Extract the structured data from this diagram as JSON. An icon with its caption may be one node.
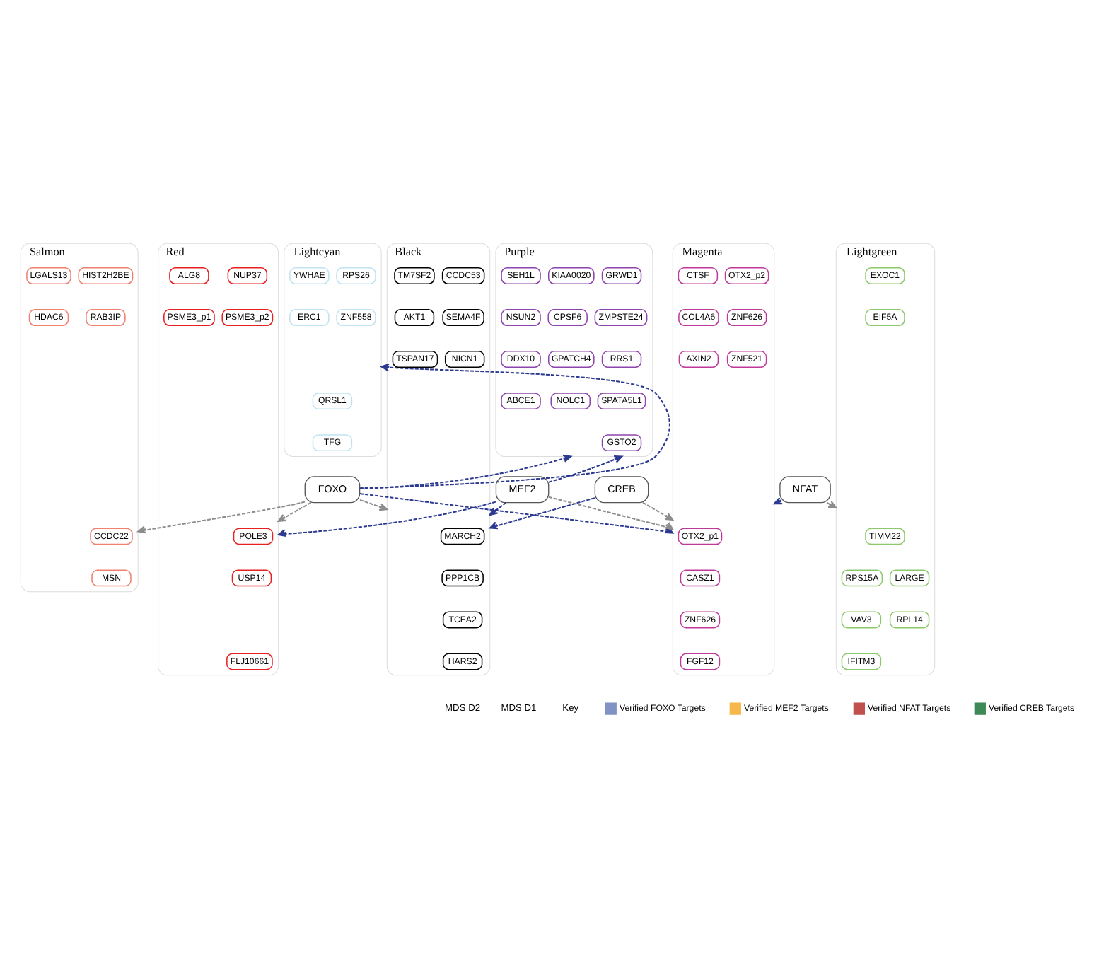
{
  "diagram": {
    "nodes": [
      {
        "text": [
          "Lightcyan"
        ]
      },
      {
        "text": [
          "RPS26"
        ],
        "in": 0
      },
      {
        "text": [
          "YWHAE"
        ],
        "in": 0
      },
      {
        "text": [
          "QRSL1"
        ],
        "in": 0
      },
      {
        "text": [
          "ZNF558"
        ],
        "in": 0
      },
      {
        "text": [
          "ERC1"
        ],
        "in": 0
      },
      {
        "text": [
          "TFG"
        ],
        "in": 0
      },
      {
        "text": [
          "Purple"
        ]
      },
      {
        "text": [
          "GRWD1"
        ],
        "in": 7
      },
      {
        "text": [
          "KIAA0020"
        ],
        "in": 7
      },
      {
        "text": [
          "SEH1L"
        ],
        "in": 7
      },
      {
        "text": [
          "ZMPSTE24"
        ],
        "in": 7
      },
      {
        "text": [
          "CPSF6"
        ],
        "in": 7
      },
      {
        "text": [
          "NSUN2"
        ],
        "in": 7
      },
      {
        "text": [
          "RRS1"
        ],
        "in": 7
      },
      {
        "text": [
          "GPATCH4"
        ],
        "in": 7
      },
      {
        "text": [
          "DDX10"
        ],
        "in": 7
      },
      {
        "text": [
          "SPATA5L1"
        ],
        "in": 7
      },
      {
        "text": [
          "NOLC1"
        ],
        "in": 7
      },
      {
        "text": [
          "ABCE1"
        ],
        "in": 7
      },
      {
        "text": [
          "GSTO2"
        ],
        "in": 7
      },
      {
        "text": [
          "CREB"
        ]
      },
      {
        "text": [
          "FOXO"
        ]
      },
      {
        "text": [
          "Salmon"
        ]
      },
      {
        "text": [
          "CCDC22"
        ],
        "in": 23
      },
      {
        "text": [
          "HIST2H2BE"
        ],
        "in": 23
      },
      {
        "text": [
          "LGALS13"
        ],
        "in": 23
      },
      {
        "text": [
          "MSN"
        ],
        "in": 23
      },
      {
        "text": [
          "RAB3IP"
        ],
        "in": 23
      },
      {
        "text": [
          "HDAC6"
        ],
        "in": 23
      },
      {
        "text": [
          "Magenta"
        ]
      },
      {
        "text": [
          "OTX2_p1"
        ],
        "in": 30
      },
      {
        "text": [
          "OTX2_p2"
        ],
        "in": 30
      },
      {
        "text": [
          "CTSF"
        ],
        "in": 30
      },
      {
        "text": [
          "CASZ1"
        ],
        "in": 30
      },
      {
        "text": [
          "ZNF626"
        ],
        "in": 30
      },
      {
        "text": [
          "COL4A6"
        ],
        "in": 30
      },
      {
        "text": [
          "ZNF626"
        ],
        "in": 30
      },
      {
        "text": [
          "ZNF521"
        ],
        "in": 30
      },
      {
        "text": [
          "AXIN2"
        ],
        "in": 30
      },
      {
        "text": [
          "FGF12"
        ],
        "in": 30
      },
      {
        "text": [
          "NFAT"
        ]
      },
      {
        "text": [
          "MEF2"
        ]
      },
      {
        "text": [
          "Black"
        ]
      },
      {
        "text": [
          "MARCH2"
        ],
        "in": 43
      },
      {
        "text": [
          "CCDC53"
        ],
        "in": 43
      },
      {
        "text": [
          "TM7SF2"
        ],
        "in": 43
      },
      {
        "text": [
          "PPP1CB"
        ],
        "in": 43
      },
      {
        "text": [
          "SEMA4F"
        ],
        "in": 43
      },
      {
        "text": [
          "AKT1"
        ],
        "in": 43
      },
      {
        "text": [
          "TCEA2"
        ],
        "in": 43
      },
      {
        "text": [
          "NICN1"
        ],
        "in": 43
      },
      {
        "text": [
          "TSPAN17"
        ],
        "in": 43
      },
      {
        "text": [
          "HARS2"
        ],
        "in": 43
      },
      {
        "text": [
          "Red"
        ]
      },
      {
        "text": [
          "POLE3"
        ],
        "in": 54
      },
      {
        "text": [
          "NUP37"
        ],
        "in": 54
      },
      {
        "text": [
          "ALG8"
        ],
        "in": 54
      },
      {
        "text": [
          "USP14"
        ],
        "in": 54
      },
      {
        "text": [
          "PSME3_p2"
        ],
        "in": 54
      },
      {
        "text": [
          "PSME3_p1"
        ],
        "in": 54
      },
      {
        "text": [
          "FLJ10661"
        ],
        "in": 54
      },
      {
        "text": [
          "Lightgreen"
        ]
      },
      {
        "text": [
          "TIMM22"
        ],
        "in": 62
      },
      {
        "text": [
          "RPS15A"
        ],
        "in": 62
      },
      {
        "text": [
          "EXOC1"
        ],
        "in": 62
      },
      {
        "text": [
          "LARGE"
        ],
        "in": 62
      },
      {
        "text": [
          "VAV3"
        ],
        "in": 62
      },
      {
        "text": [
          "EIF5A"
        ],
        "in": 62
      },
      {
        "text": [
          "RPL14"
        ],
        "in": 62
      },
      {
        "text": [
          "IFITM3"
        ],
        "in": 62
      }
    ],
    "edges": [
      {
        "from": 21,
        "to": 43,
        "arrow": "to",
        "style": "dashed"
      },
      {
        "from": 21,
        "to": 30,
        "arrow": "to",
        "style": "dashed",
        "color": "#8c8c8c"
      },
      {
        "from": 22,
        "to": 0,
        "arrow": "to",
        "style": "dashed"
      },
      {
        "from": 22,
        "to": 23,
        "arrow": "to",
        "style": "dashed",
        "color": "#8c8c8c"
      },
      {
        "from": 22,
        "to": 7,
        "arrow": "to",
        "style": "dashed"
      },
      {
        "from": 22,
        "to": 30,
        "arrow": "to",
        "style": "dashed"
      },
      {
        "from": 22,
        "to": 43,
        "arrow": "to",
        "style": "dashed",
        "color": "#8c8c8c"
      },
      {
        "from": 22,
        "to": 54,
        "arrow": "to",
        "style": "dashed",
        "color": "#8c8c8c"
      },
      {
        "from": 41,
        "to": 30,
        "arrow": "to",
        "style": "dashed"
      },
      {
        "from": 41,
        "to": 62,
        "arrow": "to",
        "style": "dashed",
        "color": "#8c8c8c"
      },
      {
        "from": 42,
        "to": 7,
        "arrow": "to",
        "style": "dashed"
      },
      {
        "from": 42,
        "to": 43,
        "arrow": "to",
        "style": "dashed"
      },
      {
        "from": 42,
        "to": 54,
        "arrow": "to",
        "style": "dashed"
      },
      {
        "from": 42,
        "to": 30,
        "arrow": "to",
        "style": "dashed",
        "color": "#8c8c8c"
      }
    ],
    "labels": [
      "MDS D2",
      "MDS D1",
      "Key"
    ],
    "legend": [
      {
        "text": "Verified FOXO Targets",
        "color": "#8093c4"
      },
      {
        "text": "Verified MEF2 Targets",
        "color": "#f6b84a"
      },
      {
        "text": "Verified NFAT Targets",
        "color": "#c0504d"
      },
      {
        "text": "Verified CREB Targets",
        "color": "#3d8a57"
      }
    ]
  }
}
